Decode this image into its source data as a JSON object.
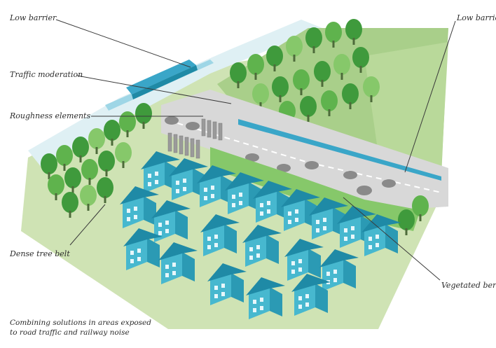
{
  "labels": {
    "low_barrier_left": "Low barrier",
    "low_barrier_right": "Low barrier",
    "traffic_moderation": "Traffic moderation",
    "roughness_elements": "Roughness elements",
    "dense_tree_belt": "Dense tree belt",
    "vegetated_berm": "Vegetated berm"
  },
  "caption": {
    "line1": "Combining solutions in areas exposed",
    "line2": "to road traffic and railway noise"
  },
  "colors": {
    "grass_light": "#cfe3b4",
    "grass": "#a9cf8a",
    "tree_dark": "#3f9a3c",
    "tree_mid": "#5fb34d",
    "tree_light": "#86c86a",
    "road": "#d8d8d8",
    "barrier_blue": "#3aa6c8",
    "house_front": "#47b8cf",
    "house_side": "#2b9ab4",
    "house_roof": "#1f8aa6",
    "car": "#8a8a8a",
    "rail_corridor": "#dff0f4"
  }
}
